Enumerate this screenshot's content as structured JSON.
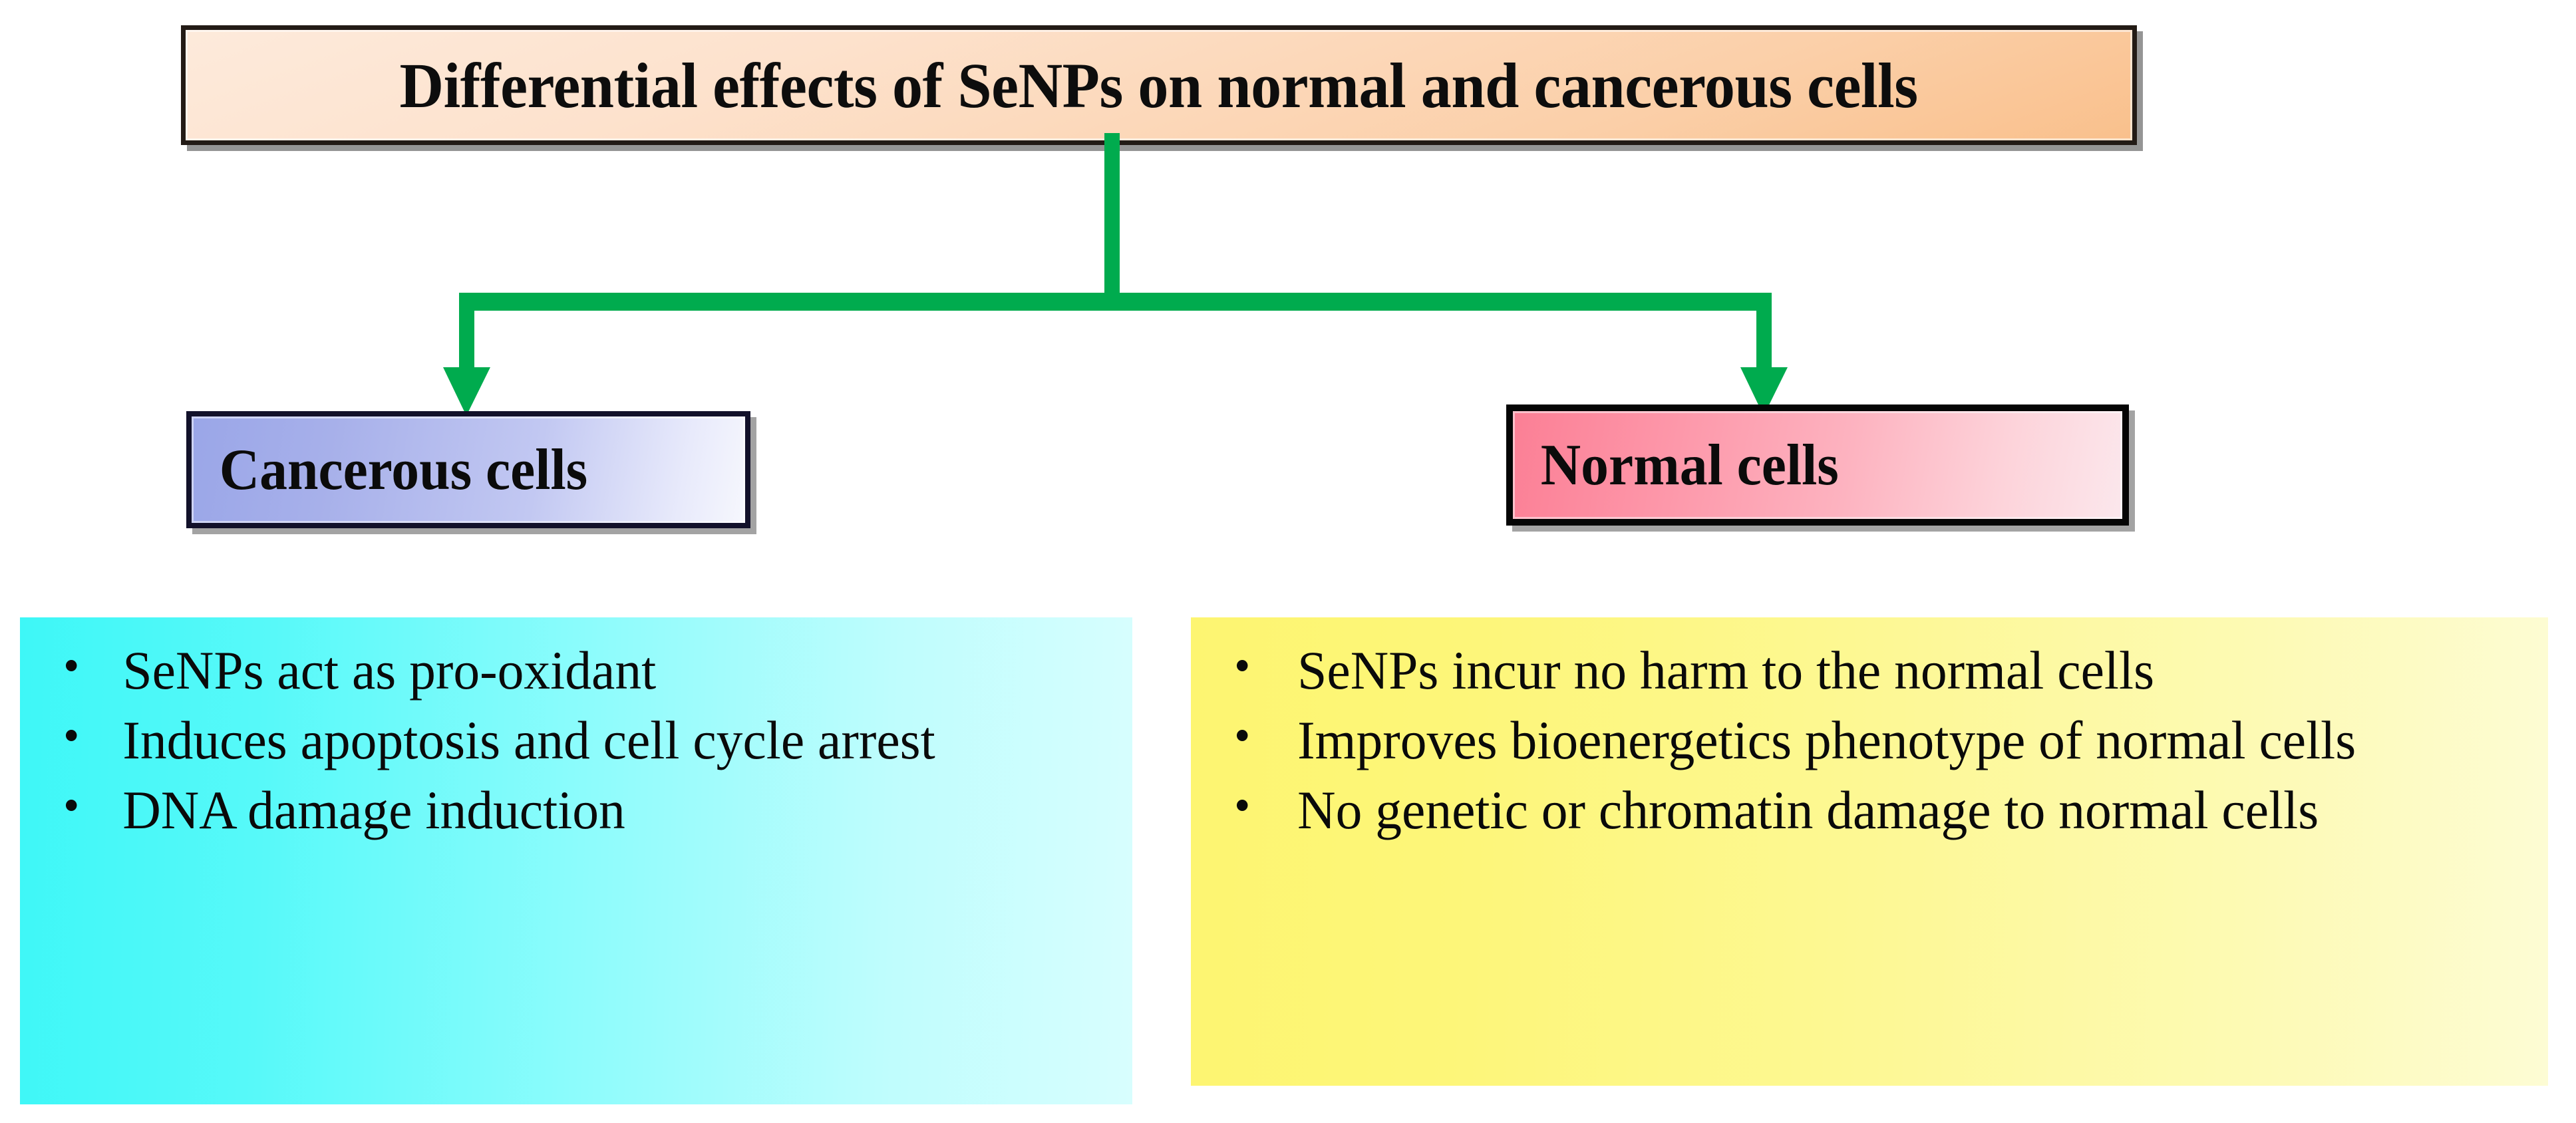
{
  "title": {
    "text": "Differential effects of SeNPs on normal and cancerous cells"
  },
  "connector": {
    "color": "#00ab4e",
    "style": "tree-split-two-arrows",
    "arrow_count": 2
  },
  "branches": [
    {
      "id": "cancerous",
      "header_label": "Cancerous cells",
      "header_colors": {
        "from": "#9aa6e8",
        "to": "#f6f7fd",
        "border": "#12112a"
      },
      "panel_colors": {
        "from": "#3ef7f7",
        "to": "#d8fefe"
      },
      "bullets": [
        "SeNPs act as pro-oxidant",
        "Induces apoptosis and cell cycle arrest",
        "DNA damage induction"
      ]
    },
    {
      "id": "normal",
      "header_label": "Normal cells",
      "header_colors": {
        "from": "#fb7f95",
        "to": "#fbe7ec",
        "border": "#050505"
      },
      "panel_colors": {
        "from": "#fdf571",
        "to": "#fdfcd4"
      },
      "bullets": [
        "SeNPs incur no harm to the normal cells",
        "Improves bioenergetics phenotype of normal cells",
        "No genetic or chromatin damage to normal cells"
      ]
    }
  ]
}
